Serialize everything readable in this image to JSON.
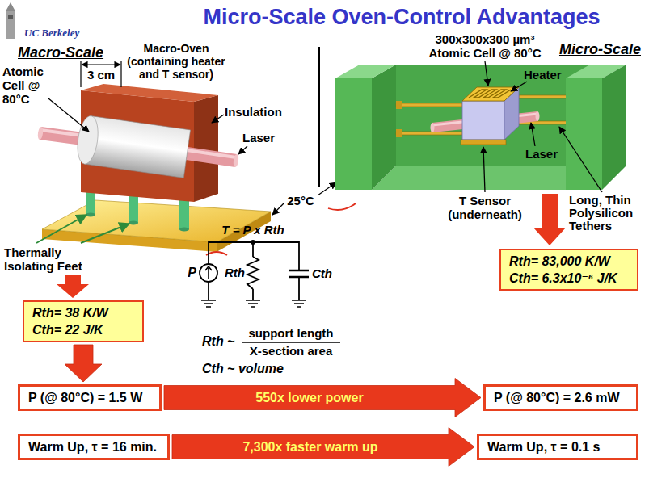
{
  "diagram": {
    "title": "Micro-Scale Oven-Control Advantages",
    "nodes": [
      {
        "text": [
          "Rth= 38 K/W",
          "Cth= 22 J/K"
        ]
      },
      {
        "text": [
          "Rth= 83,000 K/W",
          "Cth= 6.3x10⁻⁶ J/K"
        ]
      },
      {
        "text": [
          "P (@ 80°C) = 1.5 W"
        ]
      },
      {
        "text": [
          "P (@ 80°C) = 2.6 mW"
        ]
      },
      {
        "text": [
          "Warm Up, τ = 16 min."
        ]
      },
      {
        "text": [
          "Warm Up, τ = 0.1 s"
        ]
      }
    ],
    "edges": [
      {
        "from": 0,
        "to": 2,
        "arrow": "to"
      },
      {
        "from": 2,
        "to": 3,
        "label": "550x lower power",
        "arrow": "to"
      },
      {
        "from": 4,
        "to": 5,
        "label": "7,300x faster warm up",
        "arrow": "to"
      }
    ],
    "labels": [
      "UC Berkeley",
      "Macro-Scale",
      "Macro-Oven (containing heater and T sensor)",
      "3 cm",
      "Atomic Cell @ 80°C",
      "Insulation",
      "Laser",
      "Thermally Isolating Feet",
      "25°C",
      "T = P x Rth",
      "P",
      "Rth",
      "Cth",
      "Rth ~",
      "support length",
      "X-section area",
      "Cth ~ volume",
      "300x300x300 µm³ Atomic Cell @ 80°C",
      "Micro-Scale",
      "Heater",
      "Laser",
      "T Sensor (underneath)",
      "Long, Thin Polysilicon Tethers"
    ]
  }
}
